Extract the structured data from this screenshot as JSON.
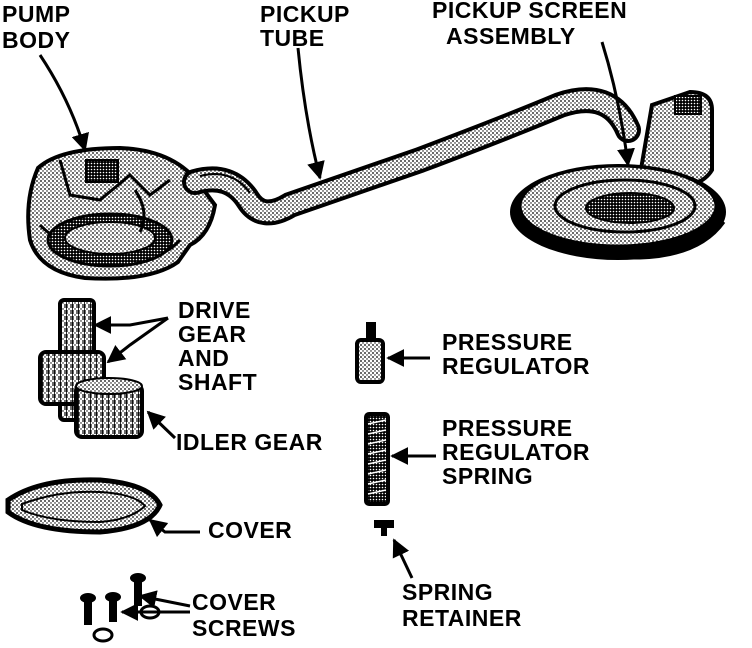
{
  "colors": {
    "ink": "#000000",
    "paper": "#ffffff",
    "shade": "#9a9a9a"
  },
  "labels": {
    "pump_body": [
      "PUMP",
      "BODY"
    ],
    "pickup_tube": [
      "PICKUP",
      "TUBE"
    ],
    "pickup_screen": [
      "PICKUP SCREEN",
      "ASSEMBLY"
    ],
    "drive_gear": [
      "DRIVE",
      "GEAR",
      "AND",
      "SHAFT"
    ],
    "pressure_regulator": [
      "PRESSURE",
      "REGULATOR"
    ],
    "idler_gear": [
      "IDLER GEAR"
    ],
    "regulator_spring": [
      "PRESSURE",
      "REGULATOR",
      "SPRING"
    ],
    "cover": [
      "COVER"
    ],
    "spring_retainer": [
      "SPRING",
      "RETAINER"
    ],
    "cover_screws": [
      "COVER",
      "SCREWS"
    ]
  }
}
